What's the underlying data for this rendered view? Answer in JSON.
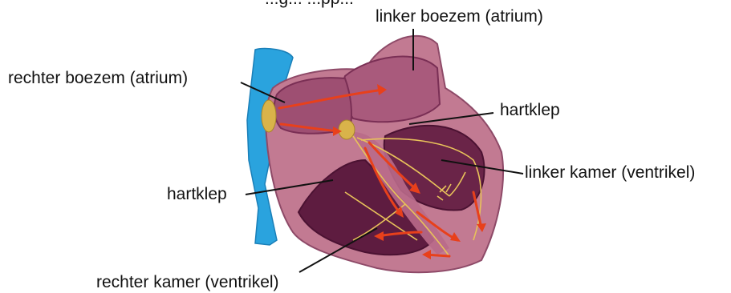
{
  "title_partial": "...g... ...pp...",
  "labels": {
    "left_atrium": "linker boezem (atrium)",
    "right_atrium": "rechter boezem (atrium)",
    "valve_upper": "hartklep",
    "left_ventricle": "linker kamer (ventrikel)",
    "valve_lower": "hartklep",
    "right_ventricle": "rechter kamer (ventrikel)"
  },
  "colors": {
    "vessel": "#2aa3de",
    "heart_outer": "#c27a92",
    "heart_inner": "#7a2f55",
    "chamber_dark": "#5e1c40",
    "conduction": "#e8c25a",
    "arrow": "#e8401b",
    "node": "#d9b34a",
    "leader": "#111111"
  }
}
